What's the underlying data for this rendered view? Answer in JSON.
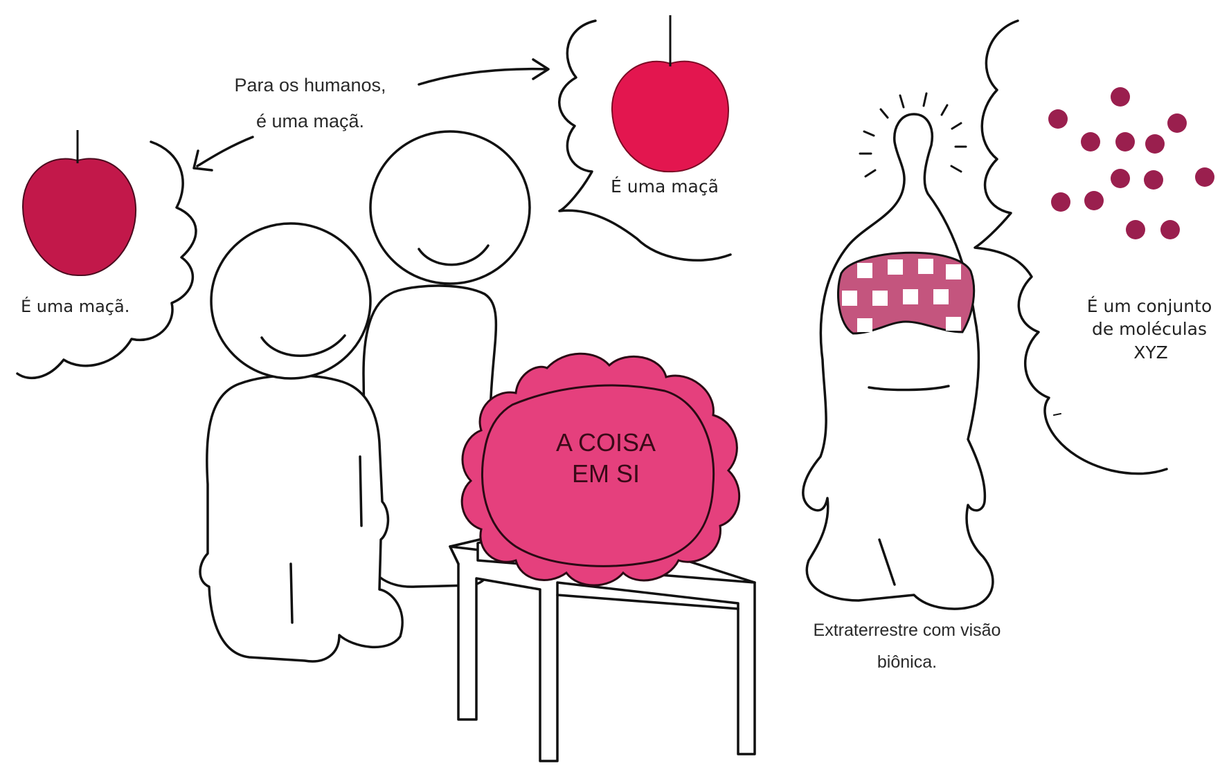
{
  "labels": {
    "caption_humans_line1": "Para os humanos,",
    "caption_humans_line2": "é uma maçã.",
    "thought_left": "É uma maçã.",
    "thought_center": "É uma maçã",
    "thing_line1": "A COISA",
    "thing_line2": "EM SI",
    "alien_thought_line1": "É um conjunto",
    "alien_thought_line2": "de moléculas",
    "alien_thought_line3": "XYZ",
    "alien_caption_line1": "Extraterrestre com visão",
    "alien_caption_line2": "biônica."
  },
  "colors": {
    "apple_dark": "#c2184a",
    "apple_bright": "#e3164f",
    "thing_pink": "#e5407d",
    "molecule": "#9a1f4e",
    "visor_pink": "#c4557e"
  },
  "icons": [
    "apple-icon",
    "molecule-dot-icon",
    "arrow-icon"
  ]
}
